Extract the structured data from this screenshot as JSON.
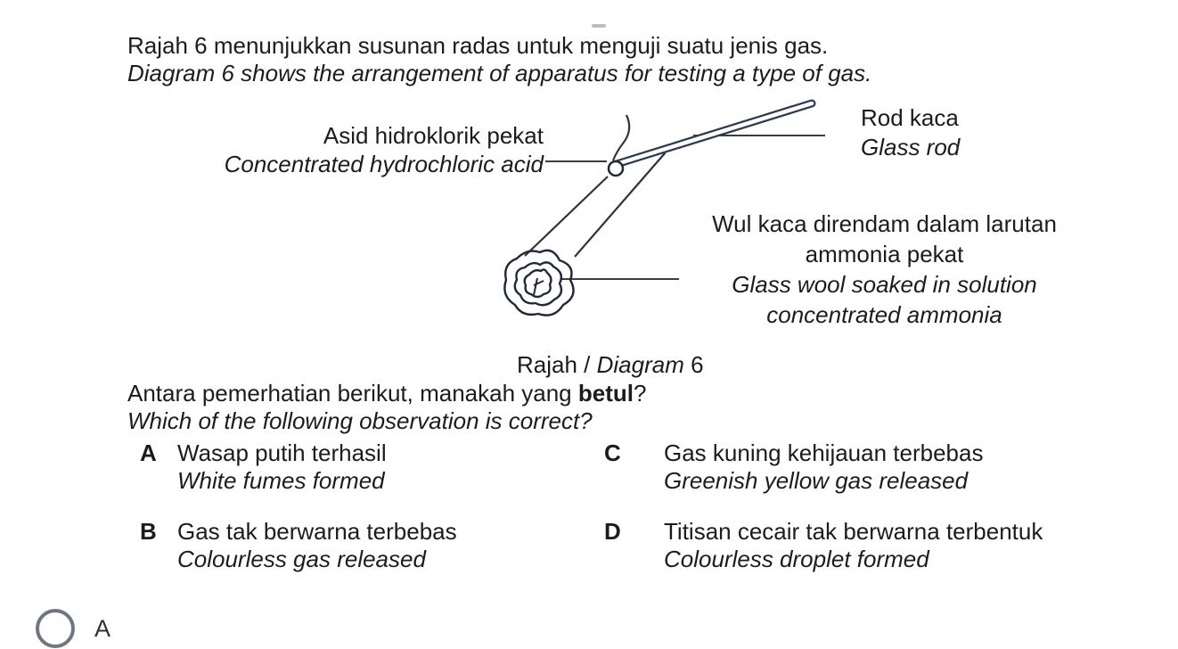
{
  "question": {
    "intro_ms": "Rajah 6 menunjukkan susunan radas untuk menguji suatu jenis gas.",
    "intro_en": "Diagram 6 shows the arrangement of apparatus for testing a type of gas.",
    "caption": {
      "prefix": "Rajah / ",
      "italic": "Diagram",
      "suffix": " 6"
    },
    "prompt": {
      "ms_before": "Antara pemerhatian berikut, manakah yang ",
      "ms_bold": "betul",
      "ms_after": "?",
      "en": "Which of the following observation is correct?"
    }
  },
  "diagram": {
    "labels": {
      "acid_ms": "Asid hidroklorik pekat",
      "acid_en": "Concentrated hydrochloric acid",
      "rod_ms": "Rod kaca",
      "rod_en": "Glass rod",
      "wool_ms_line1": "Wul kaca direndam dalam larutan",
      "wool_ms_line2": "ammonia pekat",
      "wool_en_line1": "Glass wool soaked in solution",
      "wool_en_line2": "concentrated ammonia"
    }
  },
  "options": [
    {
      "letter": "A",
      "text_ms": "Wasap putih terhasil",
      "text_en": "White fumes formed"
    },
    {
      "letter": "C",
      "text_ms": "Gas kuning kehijauan terbebas",
      "text_en": "Greenish yellow gas released"
    },
    {
      "letter": "B",
      "text_ms": "Gas tak berwarna terbebas",
      "text_en": "Colourless gas released"
    },
    {
      "letter": "D",
      "text_ms": "Titisan cecair tak berwarna terbentuk",
      "text_en": "Colourless droplet formed"
    }
  ],
  "answer_choice": {
    "label": "A",
    "selected": false
  },
  "colors": {
    "text": "#1c1c1c",
    "diagram_rod": "#2e3a52",
    "diagram_line": "#333333",
    "leader_line": "#3d3d3d",
    "radio_border": "#6f7680"
  }
}
